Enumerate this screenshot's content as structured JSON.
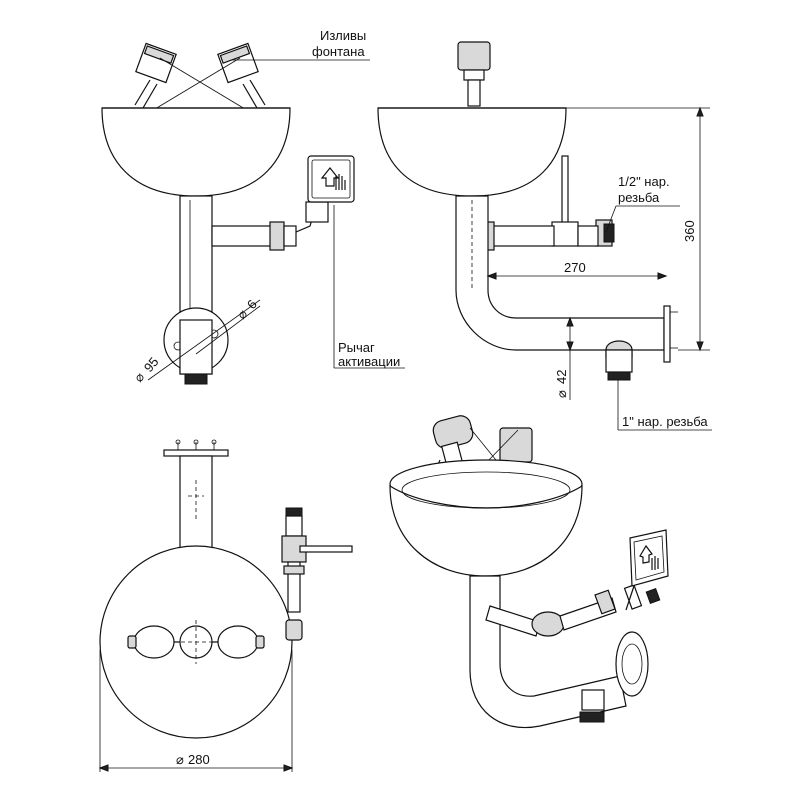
{
  "labels": {
    "spouts_line1": "Изливы",
    "spouts_line2": "фонтана",
    "lever_line1": "Рычаг",
    "lever_line2": "активации",
    "thread_half_line1": "1/2\" нар.",
    "thread_half_line2": "резьба",
    "thread_one": "1\" нар. резьба"
  },
  "dimensions": {
    "flange_diameter": "95",
    "hole_diameter": "6",
    "pipe_diameter": "42",
    "bowl_diameter": "280",
    "depth": "270",
    "height": "360"
  },
  "colors": {
    "stroke": "#111111",
    "fill_light": "#d9d9d9",
    "background": "#ffffff"
  },
  "icons": [
    "hand-push-icon"
  ]
}
